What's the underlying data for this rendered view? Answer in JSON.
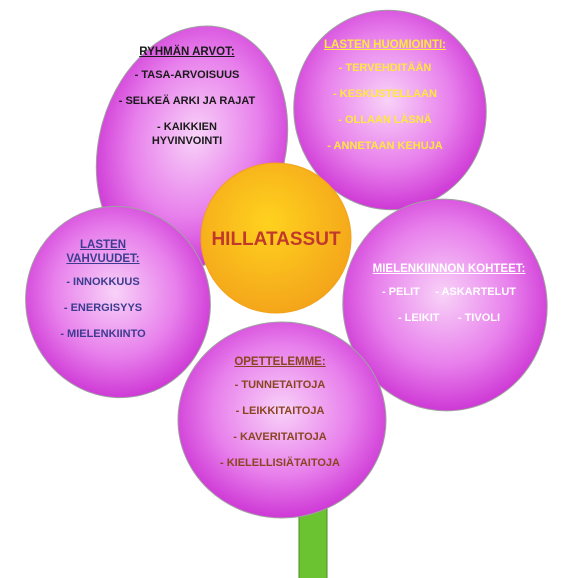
{
  "center": {
    "label": "HILLATASSUT"
  },
  "petals": {
    "ryhman_arvot": {
      "title": "RYHMÄN ARVOT:",
      "items": [
        "- TASA-ARVOISUUS",
        "- SELKEÄ ARKI JA RAJAT",
        "- KAIKKIEN HYVINVOINTI"
      ]
    },
    "lasten_huomiointi": {
      "title": "LASTEN HUOMIOINTI:",
      "items": [
        "- TERVEHDITÄÄN",
        "- KESKUSTELLAAN",
        "- OLLAAN LÄSNÄ",
        "- ANNETAAN KEHUJA"
      ]
    },
    "lasten_vahvuudet": {
      "title": "LASTEN VAHVUUDET:",
      "items": [
        "- INNOKKUUS",
        "- ENERGISYYS",
        "- MIELENKIINTO"
      ]
    },
    "mielenkiinnon_kohteet": {
      "title": "MIELENKIINNON KOHTEET:",
      "items": [
        "- PELIT",
        "- ASKARTELUT",
        "- LEIKIT",
        "- TIVOLI"
      ]
    },
    "opettelemme": {
      "title": "OPETTELEMME:",
      "items": [
        "- TUNNETAITOJA",
        "- LEIKKITAITOJA",
        "- KAVERITAITOJA",
        "- KIELELLISIÄTAITOJA"
      ]
    }
  },
  "colors": {
    "petal_light": "#f8d2f8",
    "petal_mid": "#e880ec",
    "petal_dark": "#c828d0",
    "petal_outline": "#a0a0a0",
    "center_light": "#ffd21e",
    "center_dark": "#f3a21a",
    "stem": "#6bc332",
    "stem_outline": "#4a8f22",
    "text_dark": "#1a1a1a",
    "text_yellow": "#ffe83c",
    "text_blue": "#3c3c90",
    "text_white": "#ffffff",
    "text_brown": "#8a4520",
    "center_text": "#c0392b"
  }
}
